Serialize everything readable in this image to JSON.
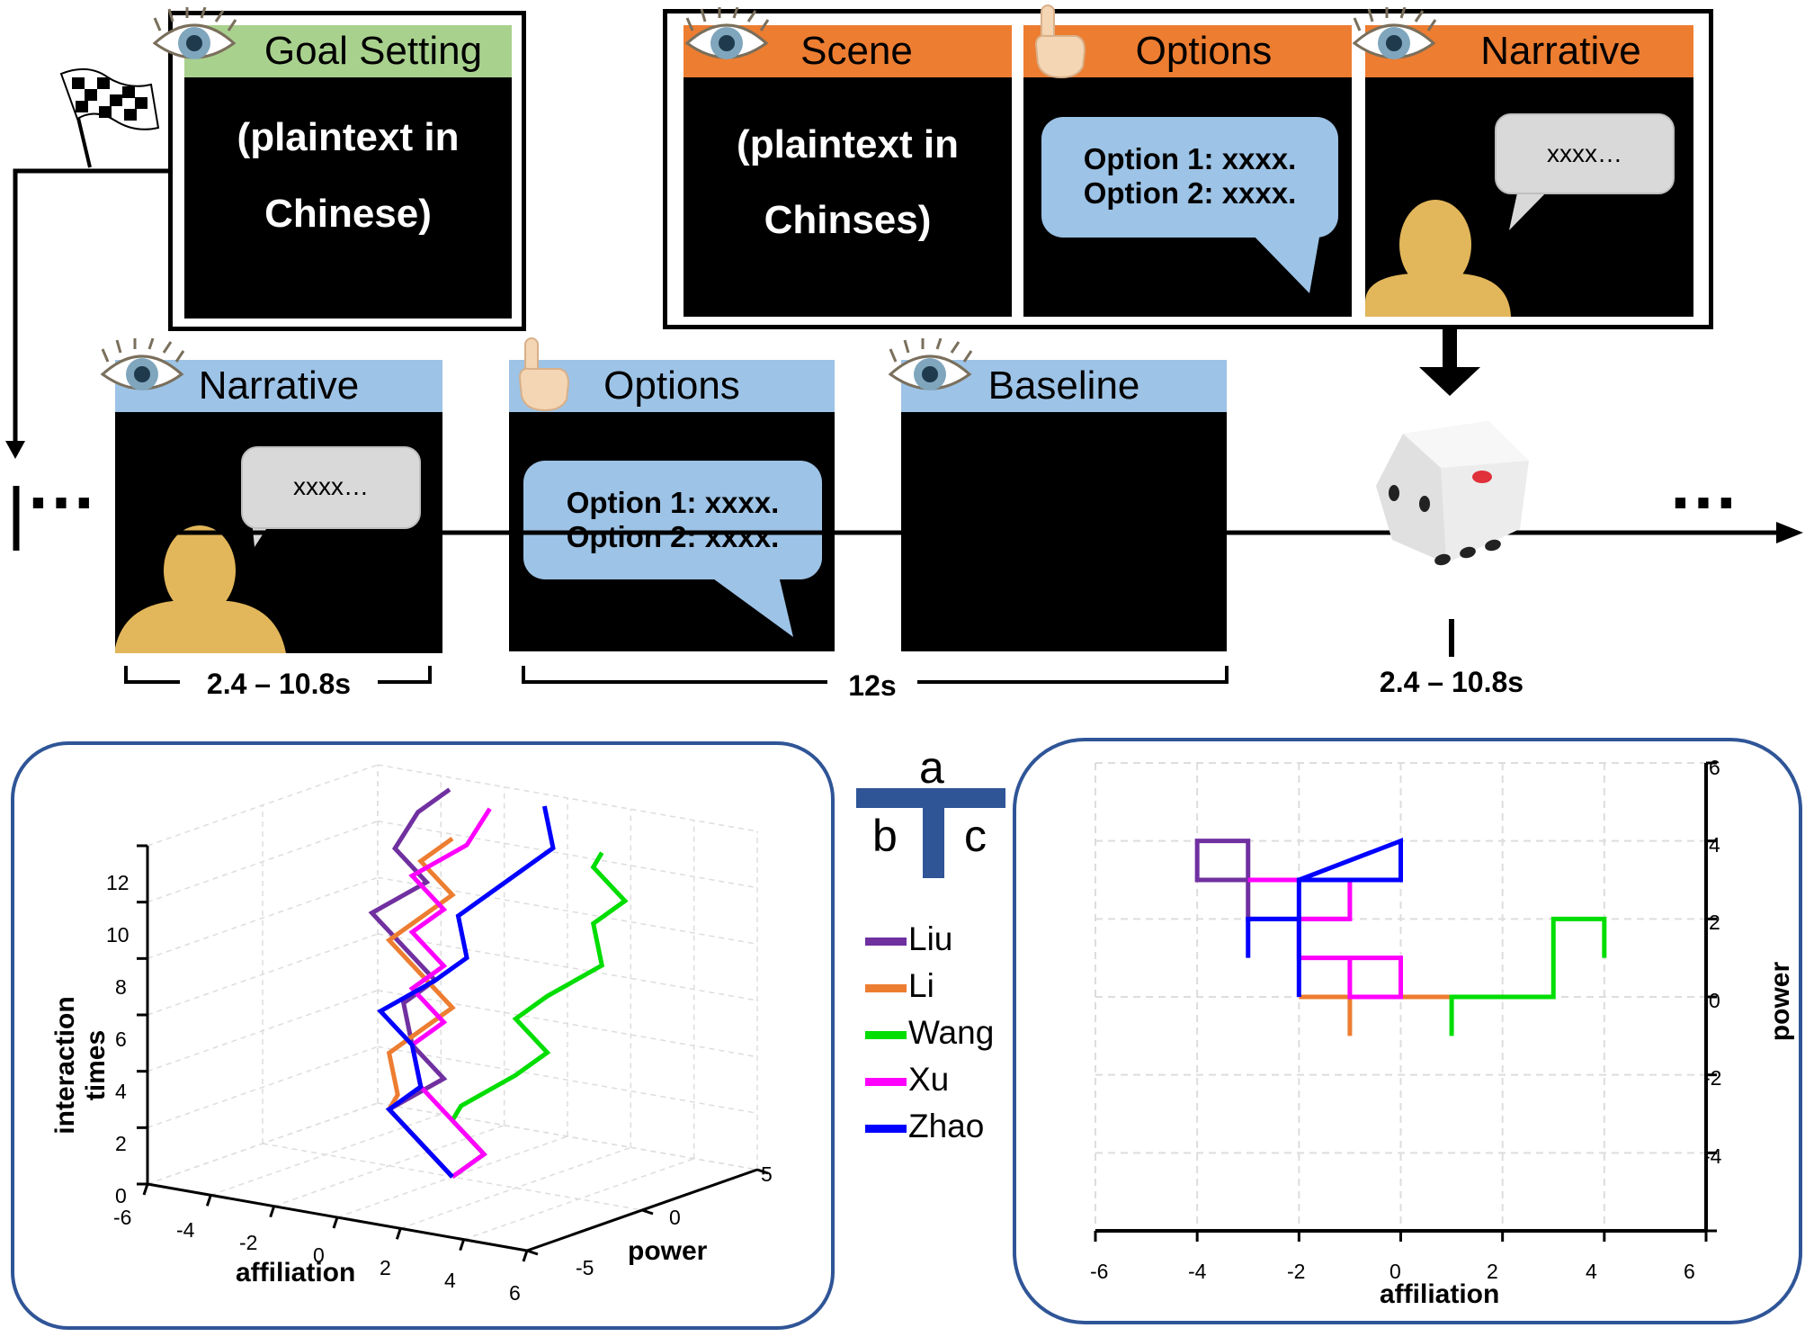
{
  "goal_panel": {
    "title": "Goal Setting",
    "text_line1": "(plaintext in",
    "text_line2": "Chinese)"
  },
  "scene_panel": {
    "title": "Scene",
    "text_line1": "(plaintext in",
    "text_line2": "Chinses)"
  },
  "top_options_panel": {
    "title": "Options",
    "option1": "Option 1: xxxx.",
    "option2": "Option 2: xxxx."
  },
  "top_narrative_panel": {
    "title": "Narrative",
    "speech": "xxxx…"
  },
  "narrative_panel": {
    "title": "Narrative",
    "speech": "xxxx…"
  },
  "options_panel": {
    "title": "Options",
    "option1": "Option 1: xxxx.",
    "option2": "Option 2: xxxx."
  },
  "baseline_panel": {
    "title": "Baseline"
  },
  "timeline": {
    "ellipsis": "…",
    "duration_narrative": "2.4 – 10.8s",
    "duration_options_baseline": "12s",
    "duration_dice": "2.4 – 10.8s"
  },
  "panel_labels": {
    "a": "a",
    "b": "b",
    "c": "c"
  },
  "colors": {
    "goal_header": "#a9d18e",
    "scene_header": "#ed7d31",
    "trial_header": "#9dc3e6",
    "option_bubble": "#9dc3e6",
    "speech_bubble": "#d9d9d9",
    "person": "#e2b65a",
    "frame_blue": "#2f5597"
  },
  "icons": [
    "eye-icon",
    "pointing-hand-icon",
    "checkered-flag-icon",
    "dice-icon",
    "person-icon"
  ],
  "chart_data": [
    {
      "type": "line",
      "projection": "3d",
      "xlabel": "affiliation",
      "ylabel": "power",
      "zlabel": "interaction times",
      "xlim": [
        -6,
        6
      ],
      "ylim": [
        -5,
        5
      ],
      "zlim": [
        0,
        12
      ],
      "x_ticks": [
        "-6",
        "-4",
        "-2",
        "0",
        "2",
        "4",
        "6"
      ],
      "y_ticks": [
        "-5",
        "0",
        "5"
      ],
      "z_ticks": [
        "0",
        "2",
        "4",
        "6",
        "8",
        "10",
        "12"
      ],
      "grid": true,
      "series": [
        {
          "name": "Liu",
          "color": "#7030a0",
          "x": [
            0,
            -1,
            -2,
            -1,
            -2,
            -3,
            -2,
            -3,
            -4,
            -3,
            -4,
            -4,
            -3
          ],
          "y": [
            0,
            0,
            0,
            1,
            1,
            2,
            2,
            2,
            2,
            3,
            3,
            4,
            4
          ],
          "z": [
            0,
            1,
            2,
            3,
            4,
            5,
            6,
            7,
            8,
            9,
            10,
            11,
            12
          ]
        },
        {
          "name": "Li",
          "color": "#ed7d31",
          "x": [
            0,
            -1,
            -2,
            -1,
            -2,
            -1,
            0,
            -1,
            -2,
            -1,
            0,
            -1,
            0
          ],
          "y": [
            0,
            0,
            0,
            -1,
            0,
            0,
            0,
            0,
            0,
            0,
            0,
            0,
            0
          ],
          "z": [
            0,
            1,
            2,
            3,
            4,
            5,
            6,
            7,
            8,
            9,
            10,
            11,
            12
          ]
        },
        {
          "name": "Wang",
          "color": "#00dd00",
          "x": [
            0,
            1,
            0,
            1,
            2,
            3,
            2,
            3,
            4,
            3,
            4,
            3,
            4
          ],
          "y": [
            0,
            0,
            0,
            -1,
            0,
            0,
            0,
            0,
            1,
            2,
            2,
            2,
            1
          ],
          "z": [
            0,
            1,
            2,
            3,
            4,
            5,
            6,
            7,
            8,
            9,
            10,
            11,
            12
          ]
        },
        {
          "name": "Xu",
          "color": "#ff00ff",
          "x": [
            0,
            1,
            0,
            -1,
            -2,
            -1,
            -2,
            -1,
            -2,
            -1,
            -2,
            -1,
            -1
          ],
          "y": [
            0,
            0,
            0,
            0,
            1,
            1,
            1,
            1,
            1,
            1,
            1,
            2,
            3
          ],
          "z": [
            0,
            1,
            2,
            3,
            4,
            5,
            6,
            7,
            8,
            9,
            10,
            11,
            12
          ]
        },
        {
          "name": "Zhao",
          "color": "#0000ff",
          "x": [
            0,
            -1,
            -2,
            -1,
            -2,
            -3,
            -2,
            -1,
            -2,
            -1,
            0,
            1,
            0
          ],
          "y": [
            0,
            0,
            0,
            0,
            1,
            1,
            2,
            2,
            3,
            3,
            3,
            3,
            4
          ],
          "z": [
            0,
            1,
            2,
            3,
            4,
            5,
            6,
            7,
            8,
            9,
            10,
            11,
            12
          ]
        }
      ]
    },
    {
      "type": "line",
      "xlabel": "affiliation",
      "ylabel": "power",
      "xlim": [
        -6,
        6
      ],
      "ylim": [
        -6,
        6
      ],
      "x_ticks": [
        "-6",
        "-4",
        "-2",
        "0",
        "2",
        "4",
        "6"
      ],
      "y_ticks": [
        "-4",
        "-2",
        "0",
        "2",
        "4",
        "6"
      ],
      "grid": true,
      "series": [
        {
          "name": "Liu",
          "color": "#7030a0",
          "x": [
            -1,
            -3,
            -3,
            -4,
            -4,
            -3,
            -3
          ],
          "y": [
            2,
            2,
            3,
            3,
            4,
            4,
            3
          ]
        },
        {
          "name": "Li",
          "color": "#ed7d31",
          "x": [
            -1,
            -1,
            -2,
            1
          ],
          "y": [
            -1,
            0,
            0,
            0
          ]
        },
        {
          "name": "Wang",
          "color": "#00dd00",
          "x": [
            1,
            1,
            3,
            3,
            4,
            4
          ],
          "y": [
            -1,
            0,
            0,
            2,
            2,
            1
          ]
        },
        {
          "name": "Xu",
          "color": "#ff00ff",
          "x": [
            -3,
            -1,
            -1,
            -2,
            -2,
            0,
            0,
            -1,
            -1
          ],
          "y": [
            3,
            3,
            2,
            2,
            1,
            1,
            0,
            0,
            1
          ]
        },
        {
          "name": "Zhao",
          "color": "#0000ff",
          "x": [
            -3,
            -3,
            -2,
            -2,
            -1,
            -1,
            0,
            0,
            -2,
            -2
          ],
          "y": [
            1,
            2,
            2,
            3,
            3,
            3,
            3,
            4,
            3,
            0
          ]
        }
      ]
    }
  ]
}
